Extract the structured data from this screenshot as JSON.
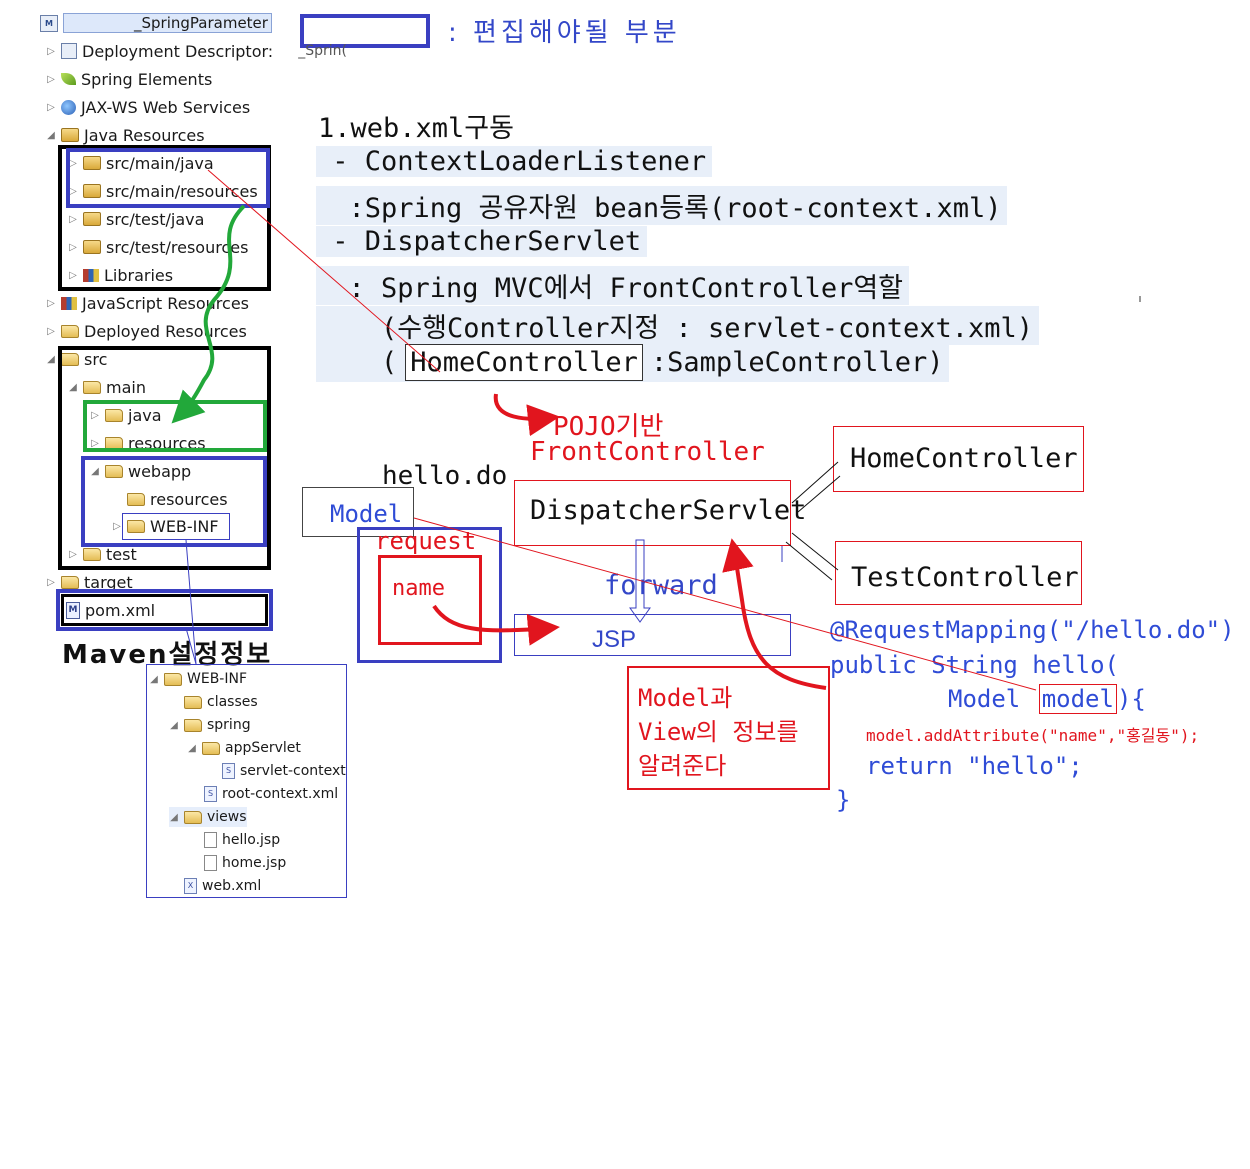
{
  "legend_text": ": 편집해야될 부분",
  "project_tree": {
    "project_name": "_SpringParameter",
    "items": [
      {
        "label": "Deployment Descriptor: ",
        "suffix": "_Sprin(",
        "icon": "descriptor-icon"
      },
      {
        "label": "Spring Elements",
        "icon": "spring-leaf-icon"
      },
      {
        "label": "JAX-WS Web Services",
        "icon": "web-services-icon"
      },
      {
        "label": "Java Resources",
        "icon": "java-resources-icon"
      },
      {
        "label": "src/main/java",
        "icon": "package-folder-icon"
      },
      {
        "label": "src/main/resources",
        "icon": "package-folder-icon"
      },
      {
        "label": "src/test/java",
        "icon": "package-folder-icon"
      },
      {
        "label": "src/test/resources",
        "icon": "package-folder-icon"
      },
      {
        "label": "Libraries",
        "icon": "libraries-icon"
      },
      {
        "label": "JavaScript Resources",
        "icon": "javascript-resources-icon"
      },
      {
        "label": "Deployed Resources",
        "icon": "deployed-resources-icon"
      },
      {
        "label": "src",
        "icon": "folder-icon"
      },
      {
        "label": "main",
        "icon": "folder-icon"
      },
      {
        "label": "java",
        "icon": "folder-icon"
      },
      {
        "label": "resources",
        "icon": "folder-icon"
      },
      {
        "label": "webapp",
        "icon": "folder-icon"
      },
      {
        "label": "resources",
        "icon": "folder-icon"
      },
      {
        "label": "WEB-INF",
        "icon": "folder-icon"
      },
      {
        "label": "test",
        "icon": "folder-icon"
      },
      {
        "label": "target",
        "icon": "folder-icon"
      },
      {
        "label": "pom.xml",
        "icon": "maven-file-icon"
      }
    ]
  },
  "maven_caption": "Maven설정정보",
  "webinf_tree": {
    "items": [
      {
        "label": "WEB-INF"
      },
      {
        "label": "classes"
      },
      {
        "label": "spring"
      },
      {
        "label": "appServlet"
      },
      {
        "label": "servlet-context.x"
      },
      {
        "label": "root-context.xml"
      },
      {
        "label": "views"
      },
      {
        "label": "hello.jsp"
      },
      {
        "label": "home.jsp"
      },
      {
        "label": "web.xml"
      }
    ]
  },
  "notes": {
    "title": "1.web.xml구동",
    "line1": " - ContextLoaderListener",
    "line2": "  :Spring 공유자원 bean등록(root-context.xml)",
    "line3": " - DispatcherServlet",
    "line4": "  : Spring MVC에서 FrontController역할",
    "line5a": "    (수행Controller지정 : servlet-context.xml)",
    "line6_open": "    (",
    "line6_boxed": "HomeController",
    "line6_rest": ":SampleController)"
  },
  "diagram": {
    "pojo_line1": "POJO기반",
    "pojo_line2": "FrontController",
    "hello_do": "hello.do",
    "model_label": "Model",
    "request_label": "request",
    "name_label": "name",
    "dispatcher": "DispatcherServlet",
    "forward": "forward",
    "jsp": "JSP",
    "home_controller": "HomeController",
    "test_controller": "TestController",
    "model_view_note": [
      "Model과",
      "View의 정보를",
      "알려준다"
    ]
  },
  "code": {
    "line1": "@RequestMapping(\"/hello.do\")",
    "line2": "public String hello(",
    "line3_pre": "Model ",
    "line3_boxed": "model",
    "line3_post": "){",
    "line4": "model.addAttribute(\"name\",\"홍길동\");",
    "line5": "return \"hello\";",
    "line6": "}"
  },
  "colors": {
    "blue_box": "#3a3fc1",
    "black_box": "#000000",
    "green_box": "#22a83a",
    "red": "#e1151e",
    "code_blue": "#2f4cd6",
    "text_blue": "#3347c8"
  }
}
